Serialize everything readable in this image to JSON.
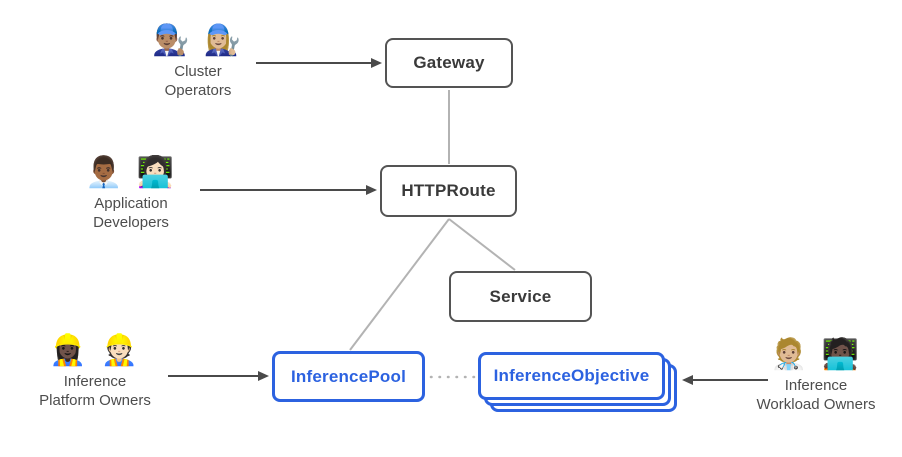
{
  "diagram": {
    "colors": {
      "accent_blue": "#2c62e0",
      "box_border_dark": "#545454",
      "box_text_dark": "#3a3a3a",
      "connector_gray": "#b3b3b3",
      "arrow_dark": "#4a4a4a",
      "label_gray": "#4d4d4d",
      "canvas_bg": "#ffffff"
    },
    "nodes": [
      {
        "id": "gateway",
        "label": "Gateway",
        "style": "dark"
      },
      {
        "id": "httproute",
        "label": "HTTPRoute",
        "style": "dark"
      },
      {
        "id": "service",
        "label": "Service",
        "style": "dark"
      },
      {
        "id": "inferencepool",
        "label": "InferencePool",
        "style": "blue"
      },
      {
        "id": "inferenceobjective",
        "label": "InferenceObjective",
        "style": "blue-stacked",
        "stack_count": 3
      }
    ],
    "personas": [
      {
        "id": "cluster-operators",
        "emoji": "👨🏽‍🔧 👩🏼‍🔧",
        "emoji_names": "man-mechanic-icon woman-mechanic-icon",
        "label_line1": "Cluster",
        "label_line2": "Operators"
      },
      {
        "id": "application-developers",
        "emoji": "👨🏾‍💼 👩🏻‍💻",
        "emoji_names": "man-office-worker-icon woman-technologist-icon",
        "label_line1": "Application",
        "label_line2": "Developers"
      },
      {
        "id": "inference-platform-owners",
        "emoji": "👷🏿‍♀️ 👷🏻",
        "emoji_names": "woman-construction-worker-icon construction-worker-icon",
        "label_line1": "Inference",
        "label_line2": "Platform Owners"
      },
      {
        "id": "inference-workload-owners",
        "emoji": "🧑🏼‍⚕️ 🧑🏿‍💻",
        "emoji_names": "health-worker-icon technologist-icon",
        "label_line1": "Inference",
        "label_line2": "Workload Owners"
      }
    ],
    "edges": [
      {
        "from": "cluster-operators",
        "to": "gateway",
        "style": "solid-arrow"
      },
      {
        "from": "application-developers",
        "to": "httproute",
        "style": "solid-arrow"
      },
      {
        "from": "inference-platform-owners",
        "to": "inferencepool",
        "style": "solid-arrow"
      },
      {
        "from": "inference-workload-owners",
        "to": "inferenceobjective",
        "style": "solid-arrow"
      },
      {
        "from": "gateway",
        "to": "httproute",
        "style": "plain-line"
      },
      {
        "from": "httproute",
        "to": "service",
        "style": "plain-line"
      },
      {
        "from": "httproute",
        "to": "inferencepool",
        "style": "plain-line"
      },
      {
        "from": "inferencepool",
        "to": "inferenceobjective",
        "style": "dotted-line"
      }
    ]
  }
}
